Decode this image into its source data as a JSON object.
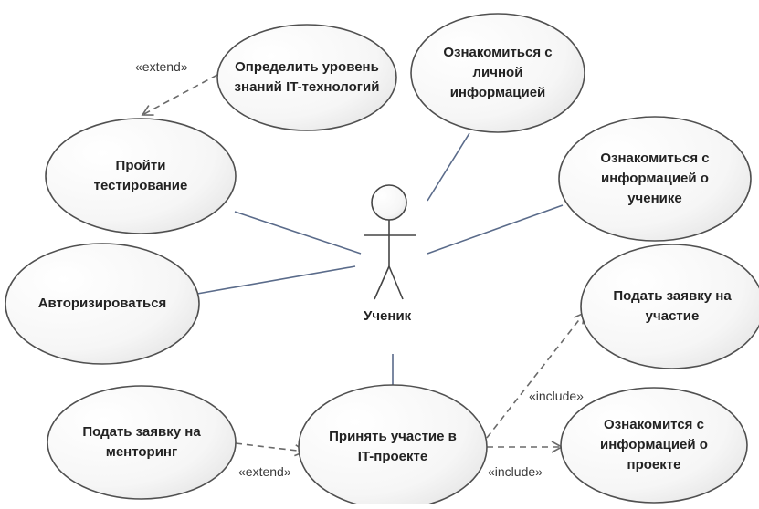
{
  "actor": {
    "name": "Ученик"
  },
  "use_cases": {
    "determine_level": "Определить уровень\nзнаний IT-технологий",
    "view_personal_info": "Ознакомиться с\nличной\nинформацией",
    "take_test": "Пройти\nтестирование",
    "view_student_info": "Ознакомиться с\nинформацией о\nученике",
    "authorize": "Авторизироваться",
    "apply_participation": "Подать заявку на\nучастие",
    "apply_mentoring": "Подать заявку на\nменторинг",
    "join_project": "Принять участие в\nIT-проекте",
    "view_project_info": "Ознакомится с\nинформацией о\nпроекте"
  },
  "relations": {
    "extend_test": "«extend»",
    "extend_mentoring": "«extend»",
    "include_apply": "«include»",
    "include_project": "«include»"
  },
  "colors": {
    "ellipse_fill_light": "#ffffff",
    "ellipse_fill_dark": "#e6e6e6",
    "ellipse_stroke": "#505050",
    "assoc_line": "#5a6b8a",
    "dashed_line": "#6a6a6a"
  }
}
